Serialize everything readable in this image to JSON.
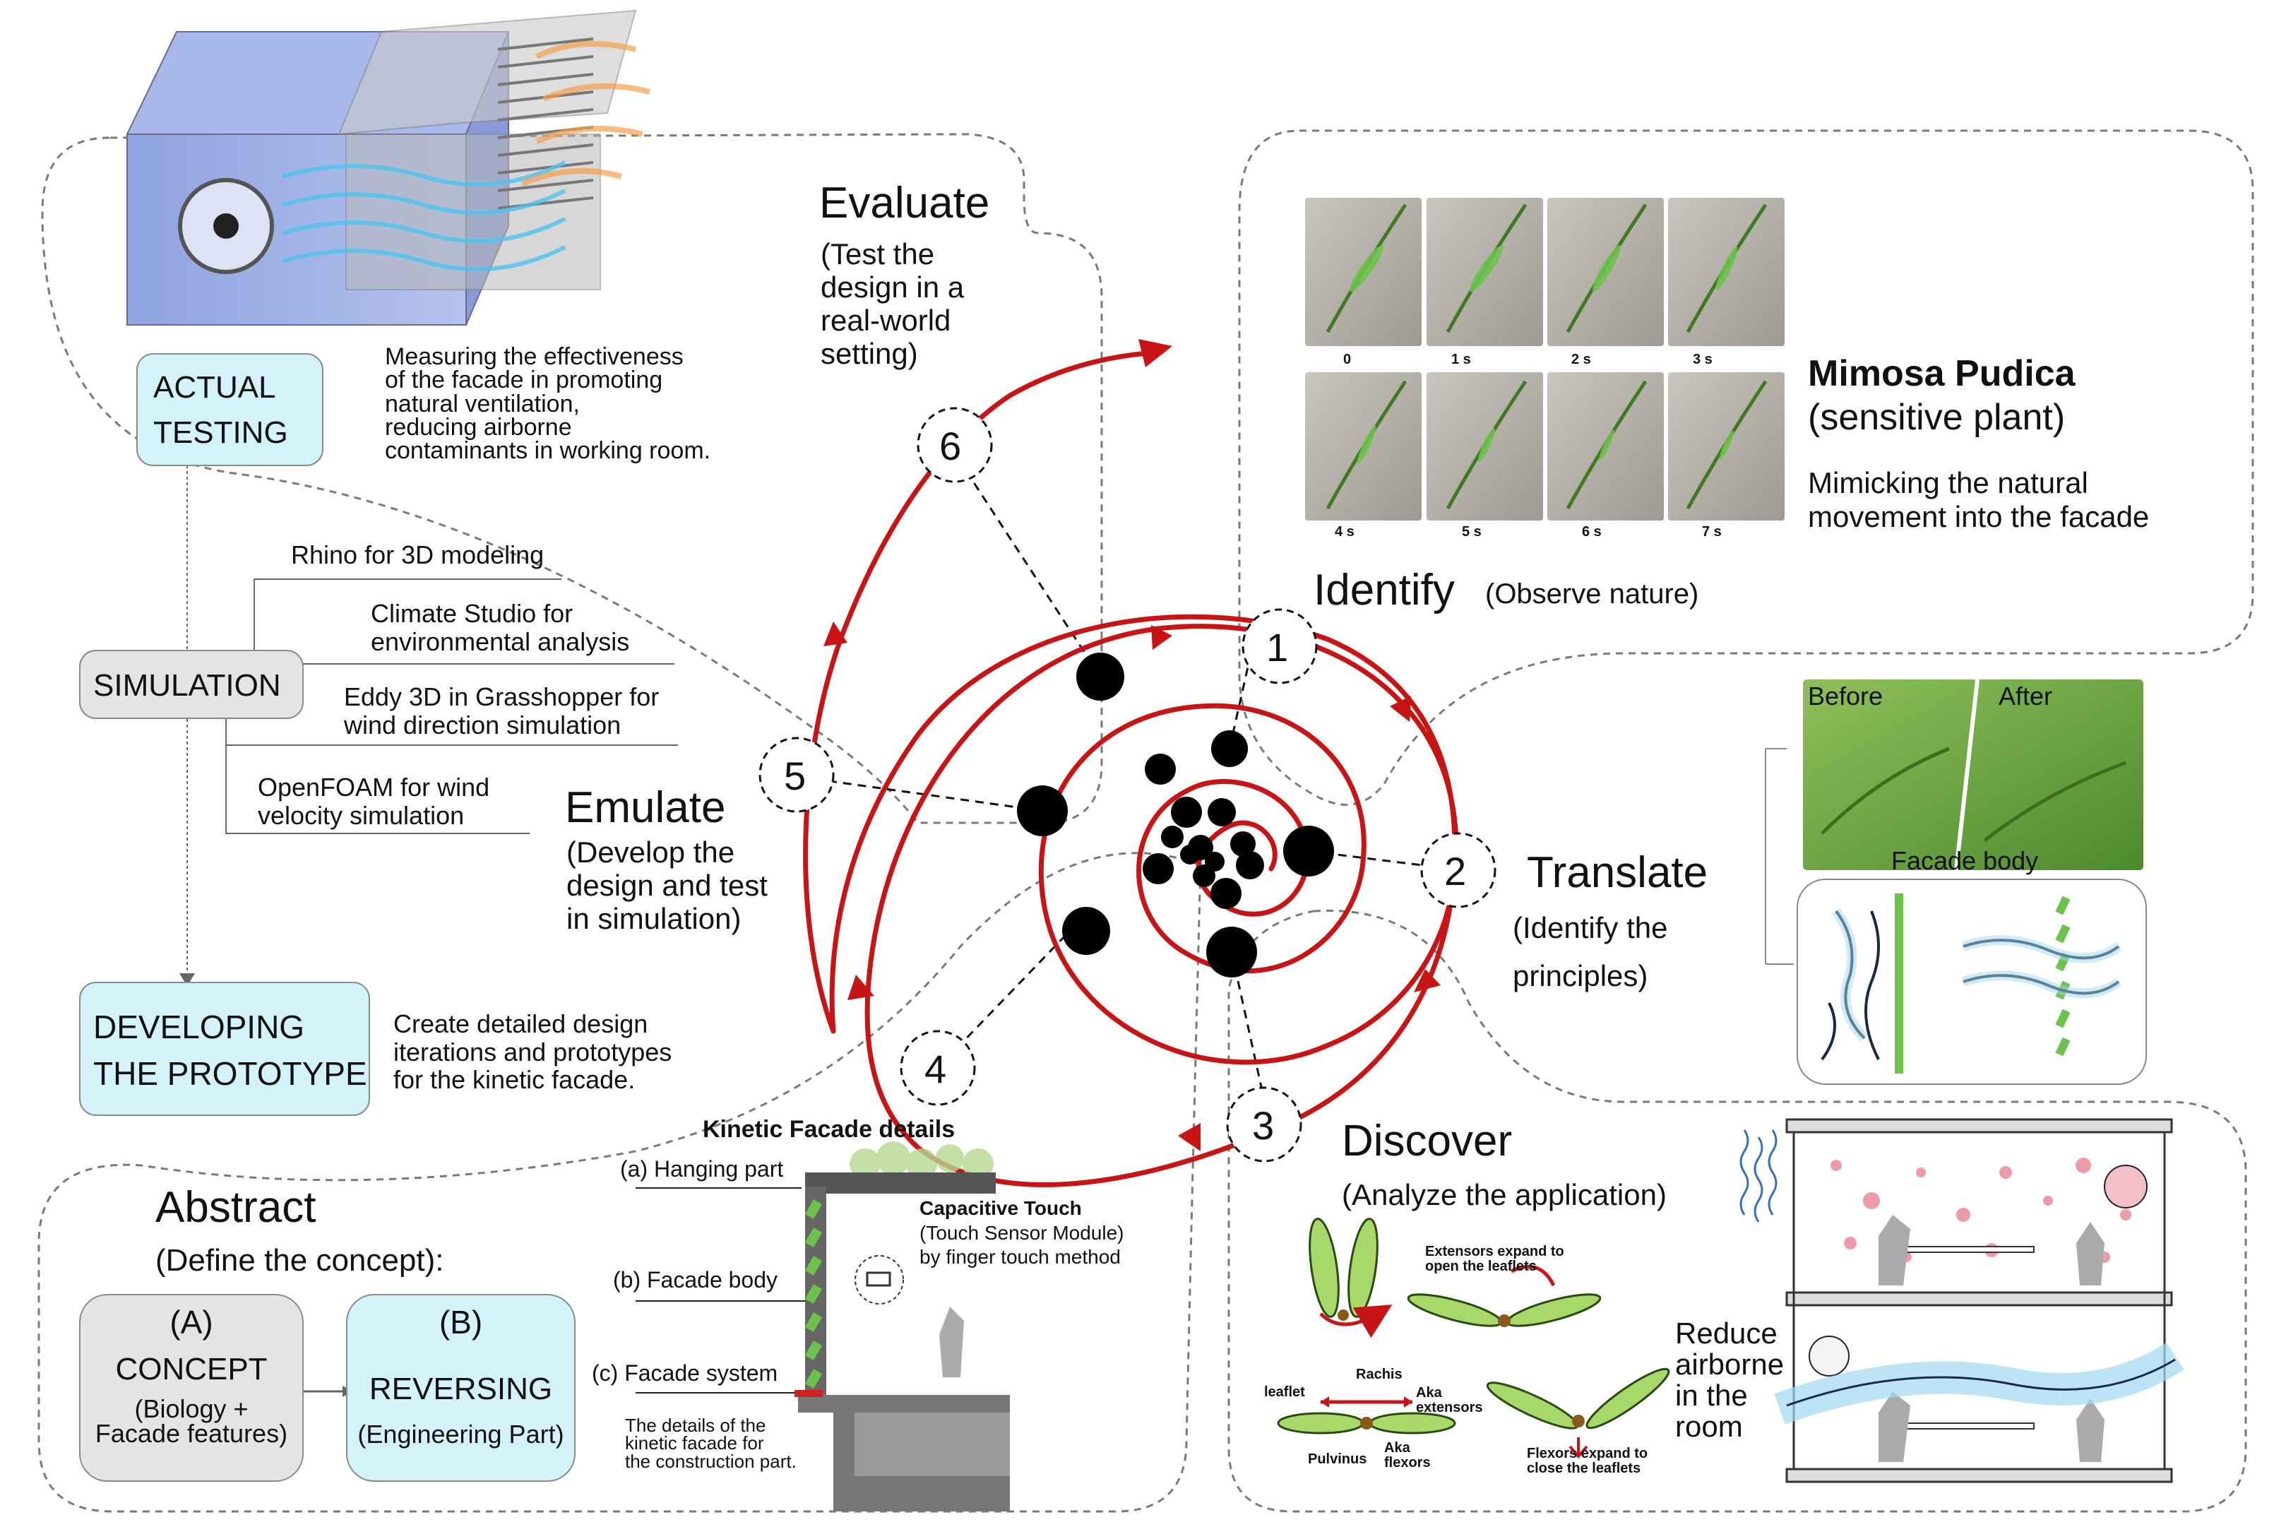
{
  "colors": {
    "spiral": "#c81414",
    "node": "#000000",
    "cyan_box": "#d4f2fa",
    "gray_box": "#e4e4e4",
    "region_border": "#7a7a7a",
    "leaf_green": "#6cc24a",
    "air_blue": "#9fd8f0"
  },
  "stages": {
    "evaluate": {
      "number": "6",
      "title": "Evaluate",
      "desc": [
        "(Test the",
        "design in a",
        "real-world",
        "setting)"
      ]
    },
    "identify": {
      "number": "1",
      "title": "Identify",
      "sub": "(Observe nature)"
    },
    "translate": {
      "number": "2",
      "title": "Translate",
      "desc": [
        "(Identify the",
        "principles)"
      ]
    },
    "discover": {
      "number": "3",
      "title": "Discover",
      "sub": "(Analyze the application)"
    },
    "abstract": {
      "number": "4",
      "title": "Abstract",
      "sub": "(Define the concept):"
    },
    "emulate": {
      "number": "5",
      "title": "Emulate",
      "desc": [
        "(Develop the",
        "design and test",
        "in simulation)"
      ]
    }
  },
  "evaluate_panel": {
    "actual_testing": [
      "ACTUAL",
      "TESTING"
    ],
    "measuring": [
      "Measuring the effectiveness",
      "of the facade in promoting",
      "natural ventilation,",
      "reducing airborne",
      "contaminants in working room."
    ],
    "simulation": "SIMULATION",
    "tools": [
      [
        "Rhino for 3D modeling"
      ],
      [
        "Climate Studio for",
        "environmental analysis"
      ],
      [
        "Eddy 3D in Grasshopper for",
        "wind direction simulation"
      ],
      [
        "OpenFOAM for wind",
        "velocity simulation"
      ]
    ],
    "developing": [
      "DEVELOPING",
      "THE PROTOTYPE"
    ],
    "developing_desc": [
      "Create detailed design",
      "iterations and prototypes",
      "for the kinetic facade."
    ],
    "wind_tunnel_icon": "wind-tunnel-model-icon"
  },
  "identify_panel": {
    "frame_labels_top": [
      "0",
      "1 s",
      "2 s",
      "3 s"
    ],
    "frame_labels_bottom": [
      "4 s",
      "5 s",
      "6 s",
      "7 s"
    ],
    "plant_name": "Mimosa Pudica",
    "plant_common": "(sensitive plant)",
    "mimic": [
      "Mimicking the natural",
      "movement into the facade"
    ]
  },
  "translate_panel": {
    "before": "Before",
    "after": "After",
    "facade_body": "Facade body"
  },
  "discover_panel": {
    "extensors_note": [
      "Extensors expand to",
      "open the leaflets"
    ],
    "rachis": "Rachis",
    "leaflet": "leaflet",
    "aka_extensors": [
      "Aka",
      "extensors"
    ],
    "pulvinus": "Pulvinus",
    "aka_flexors": [
      "Aka",
      "flexors"
    ],
    "flexors_note": [
      "Flexors expand to",
      "close the leaflets"
    ],
    "reduce": [
      "Reduce",
      "airborne",
      "in the",
      "room"
    ]
  },
  "abstract_panel": {
    "concept": {
      "letter": "(A)",
      "title": "CONCEPT",
      "desc": [
        "(Biology +",
        "Facade features)"
      ]
    },
    "reversing": {
      "letter": "(B)",
      "title": "REVERSING",
      "desc": "(Engineering Part)"
    },
    "kinetic_title": "Kinetic Facade details",
    "hanging": "(a) Hanging part",
    "facade_body": "(b) Facade body",
    "facade_system": "(c) Facade system",
    "capacitive_title": "Capacitive Touch",
    "capacitive_desc": [
      "(Touch Sensor Module)",
      "by finger touch method"
    ],
    "details_note": [
      "The details of the",
      "kinetic facade for",
      "the construction part."
    ]
  }
}
